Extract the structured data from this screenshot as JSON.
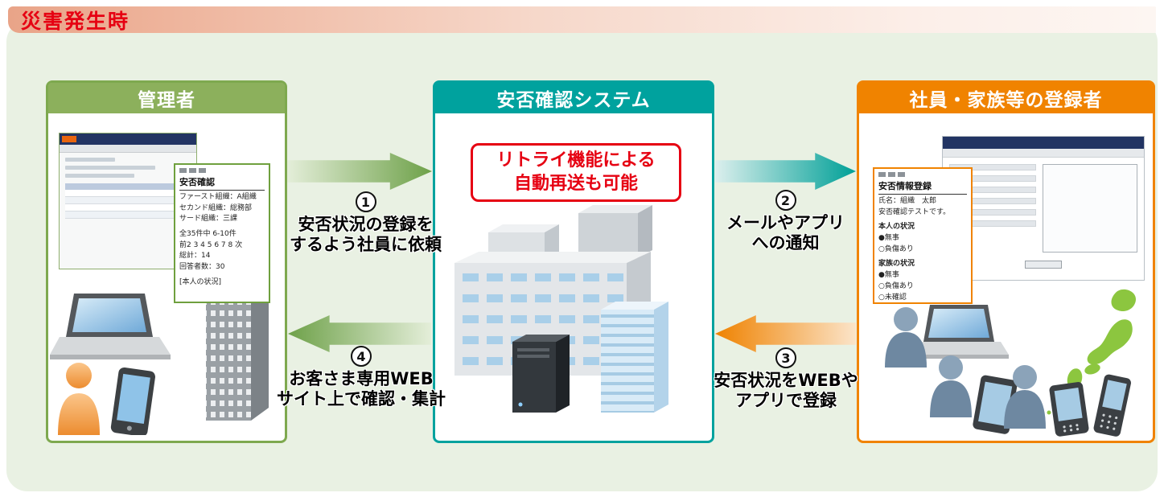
{
  "banner": {
    "title": "災害発生時"
  },
  "boxes": {
    "admin": {
      "title": "管理者",
      "phone": {
        "title": "安否確認",
        "lines": [
          "ファースト組織：A組織",
          "セカンド組織：総務部",
          "サード組織：三課",
          "全35件中 6-10件",
          "前2 3 4 5 6 7 8 次",
          "総計：14",
          "回答者数：30",
          "[本人の状況]"
        ]
      }
    },
    "system": {
      "title": "安否確認システム",
      "callout_line1": "リトライ機能による",
      "callout_line2": "自動再送も可能"
    },
    "registrants": {
      "title": "社員・家族等の登録者",
      "phone": {
        "title": "安否情報登録",
        "lines": [
          "氏名：組織　太郎",
          "安否確認テストです。",
          "本人の状況",
          "●無事",
          "○負傷あり",
          "家族の状況",
          "●無事",
          "○負傷あり",
          "○未確認"
        ]
      }
    }
  },
  "flows": [
    {
      "num": "1",
      "line1": "安否状況の登録を",
      "line2": "するよう社員に依頼"
    },
    {
      "num": "2",
      "line1": "メールやアプリ",
      "line2": "への通知"
    },
    {
      "num": "3",
      "line1": "安否状況をWEBや",
      "line2": "アプリで登録"
    },
    {
      "num": "4",
      "line1": "お客さま専用WEB",
      "line2": "サイト上で確認・集計"
    }
  ],
  "colors": {
    "admin_green": "#8cb05c",
    "system_teal": "#00a29e",
    "registrant_orange": "#f08300",
    "alert_red": "#e60012",
    "banner_salmon": "#eba98c",
    "panel_green": "#e9f1e3"
  }
}
